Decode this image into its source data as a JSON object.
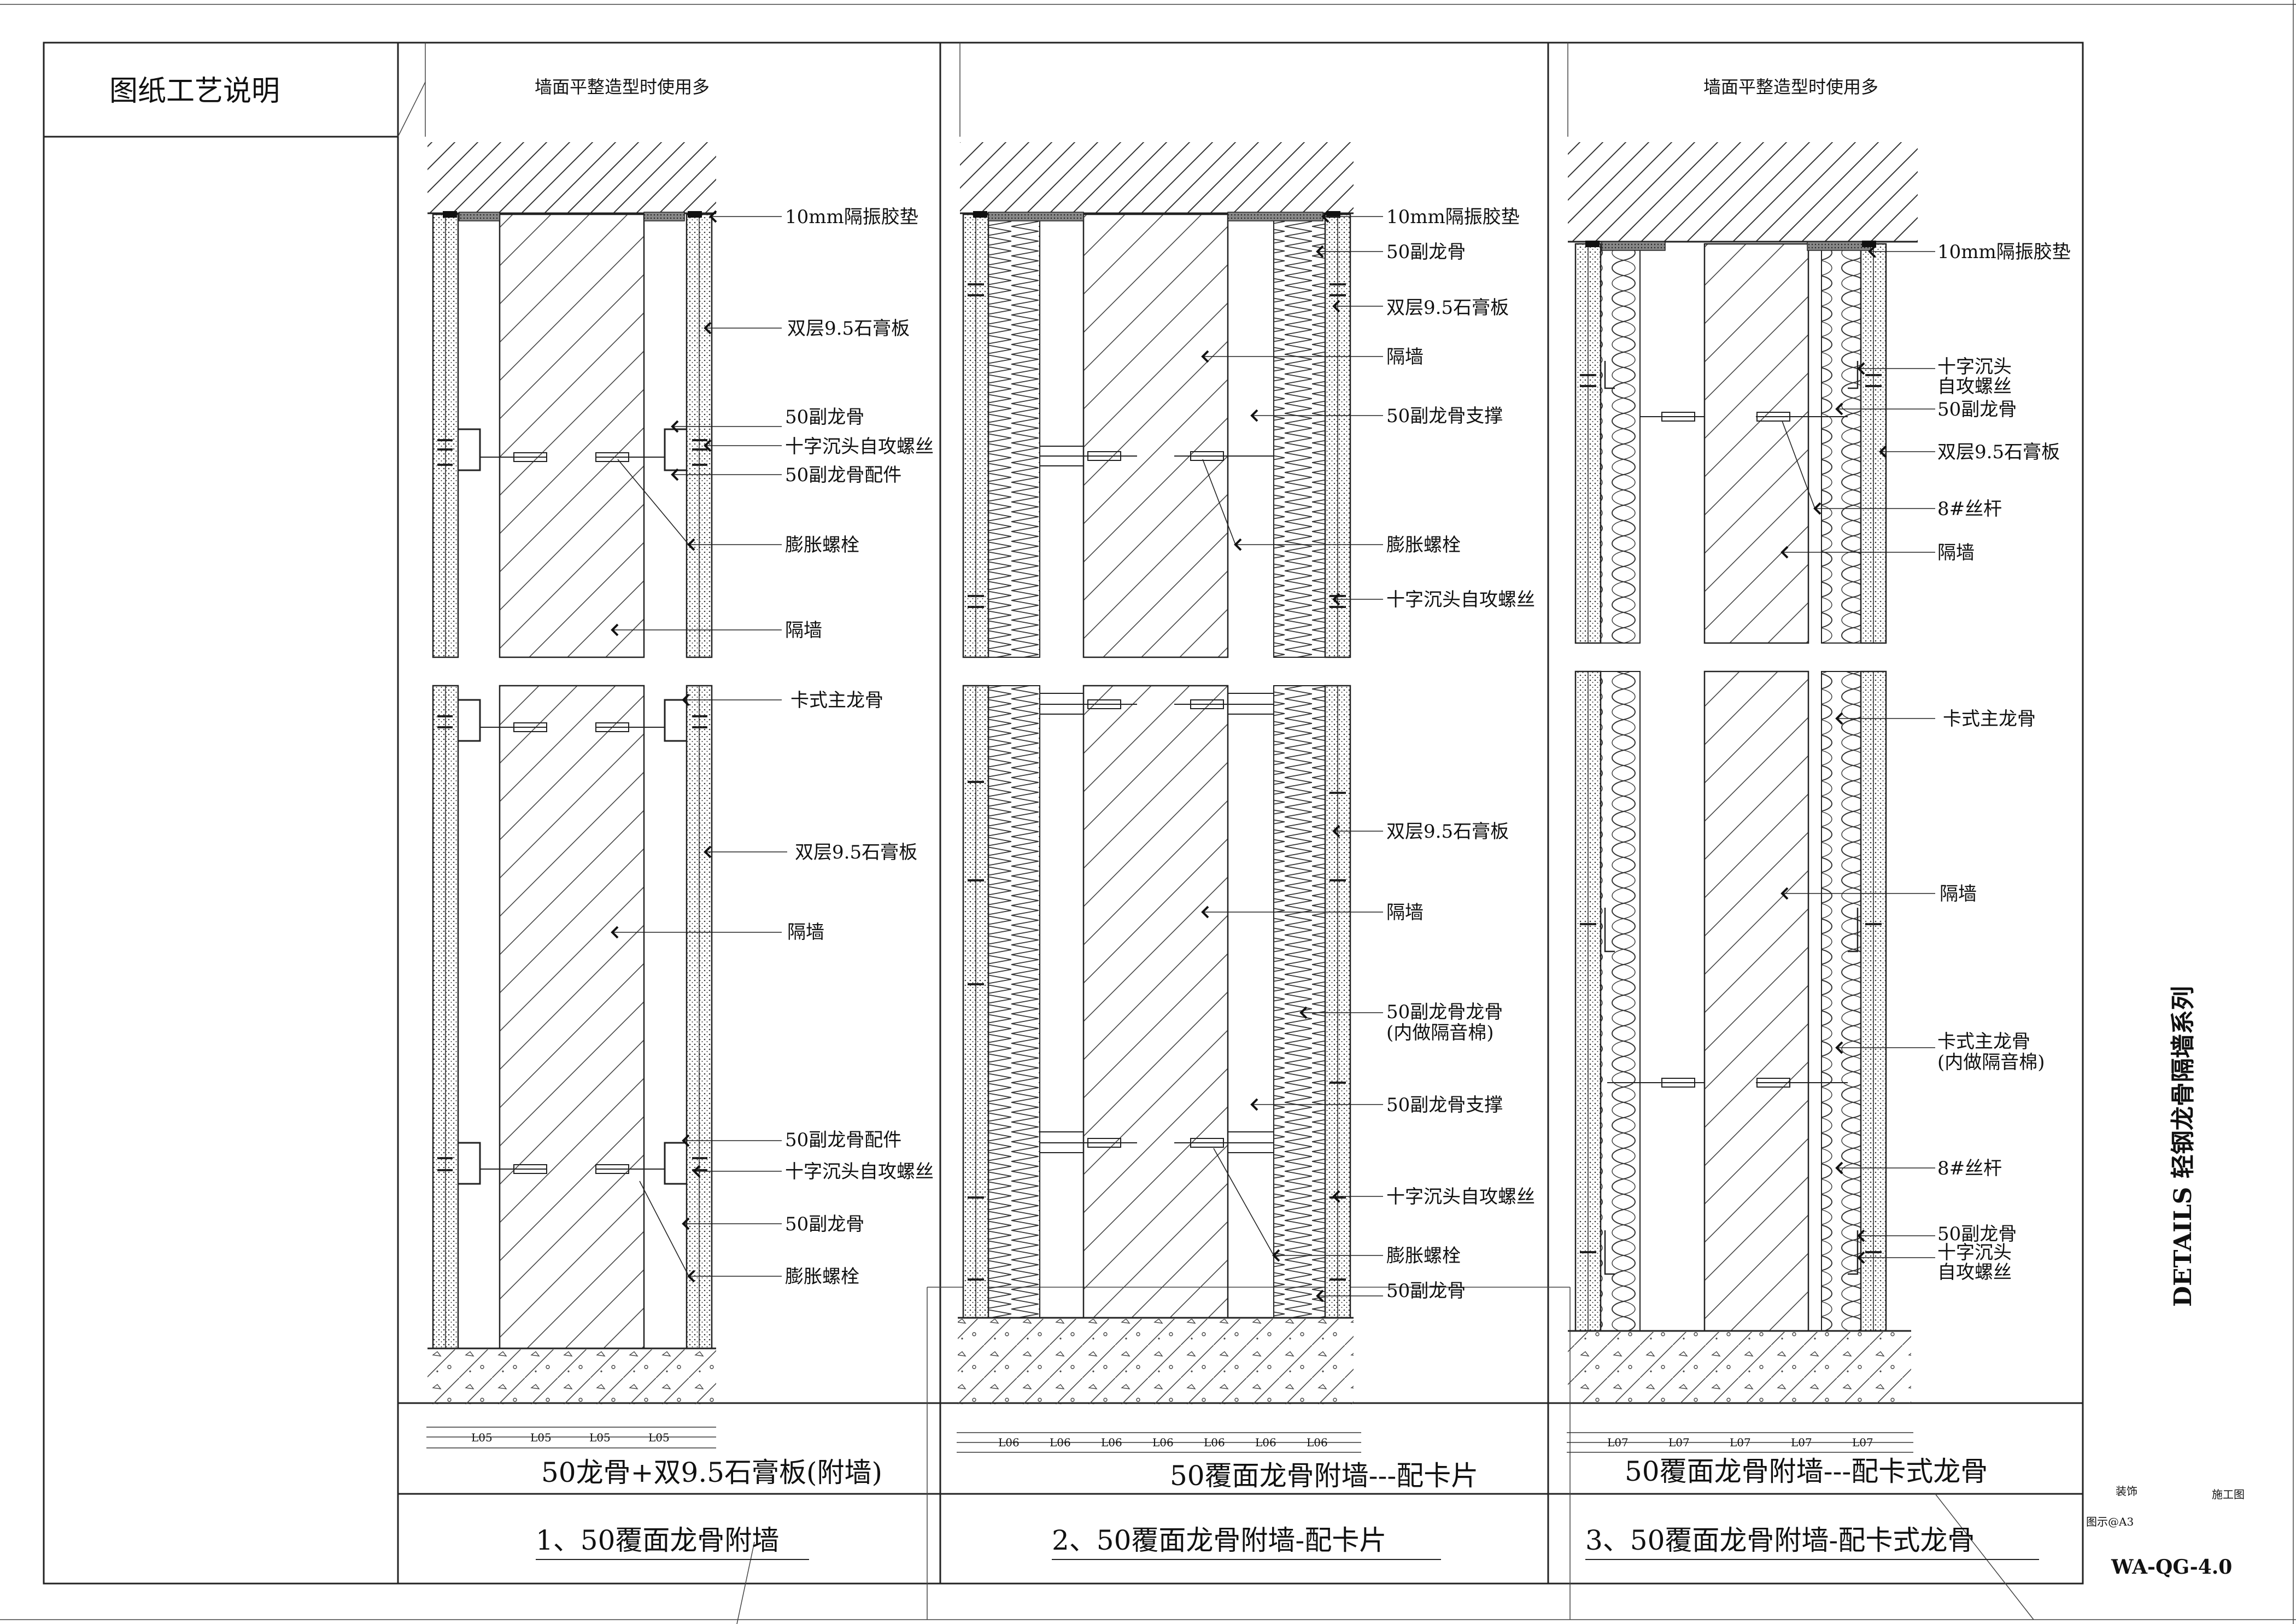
{
  "sheet": {
    "notes_title": "图纸工艺说明",
    "side_title": "DETAILS 轻钢龙骨隔墙系列",
    "drawing_code": "WA-QG-4.0",
    "stamp_row1_left": "装饰",
    "stamp_row1_right": "施工图",
    "stamp_row2": "图示@A3"
  },
  "panels": [
    {
      "header": "墙面平整造型时使用多",
      "subtitle": "50龙骨+双9.5石膏板(附墙)",
      "title": "1、50覆面龙骨附墙",
      "dim_labels": [
        "L05",
        "L05",
        "L05",
        "L05"
      ],
      "labels": [
        "10mm隔振胶垫",
        "双层9.5石膏板",
        "50副龙骨",
        "十字沉头自攻螺丝",
        "50副龙骨配件",
        "膨胀螺栓",
        "隔墙",
        "卡式主龙骨",
        "双层9.5石膏板",
        "隔墙",
        "50副龙骨配件",
        "十字沉头自攻螺丝",
        "50副龙骨",
        "膨胀螺栓"
      ]
    },
    {
      "header": "",
      "subtitle": "50覆面龙骨附墙---配卡片",
      "title": "2、50覆面龙骨附墙-配卡片",
      "dim_labels": [
        "L06",
        "L06",
        "L06",
        "L06",
        "L06",
        "L06",
        "L06"
      ],
      "labels": [
        "10mm隔振胶垫",
        "50副龙骨",
        "双层9.5石膏板",
        "隔墙",
        "50副龙骨支撑",
        "膨胀螺栓",
        "十字沉头自攻螺丝",
        "双层9.5石膏板",
        "隔墙",
        "50副龙骨龙骨",
        "(内做隔音棉)",
        "50副龙骨支撑",
        "十字沉头自攻螺丝",
        "膨胀螺栓",
        "50副龙骨"
      ]
    },
    {
      "header": "墙面平整造型时使用多",
      "subtitle": "50覆面龙骨附墙---配卡式龙骨",
      "title": "3、50覆面龙骨附墙-配卡式龙骨",
      "dim_labels": [
        "L07",
        "L07",
        "L07",
        "L07",
        "L07"
      ],
      "labels": [
        "10mm隔振胶垫",
        "十字沉头",
        "自攻螺丝",
        "50副龙骨",
        "双层9.5石膏板",
        "8#丝杆",
        "隔墙",
        "卡式主龙骨",
        "隔墙",
        "卡式主龙骨",
        "(内做隔音棉)",
        "8#丝杆",
        "50副龙骨",
        "十字沉头",
        "自攻螺丝"
      ]
    }
  ]
}
